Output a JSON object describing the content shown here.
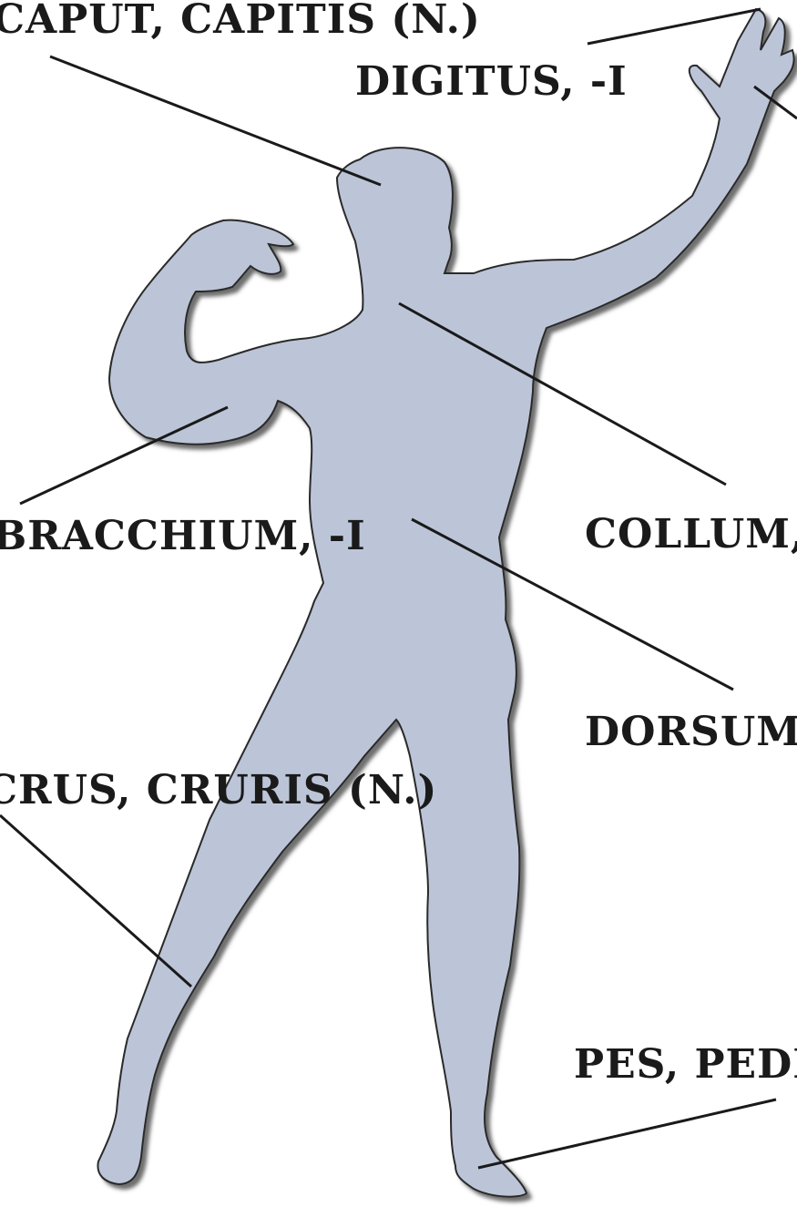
{
  "colors": {
    "figure_fill": "#bcc5d8",
    "figure_outline": "#2a2a2a",
    "shadow": "#555555",
    "leader_line": "#1a1a1a",
    "label_text": "#1a1a1a"
  },
  "labels": {
    "caput": "CAPUT, CAPITIS (N.)",
    "digitus": "DIGITUS, -I",
    "bracchium": "BRACCHIUM, -I",
    "collum": "COLLUM, -I",
    "dorsum": "DORSUM, -I",
    "crus": "CRUS, CRURIS (N.)",
    "pes": "PES, PEDIS (M.)"
  }
}
